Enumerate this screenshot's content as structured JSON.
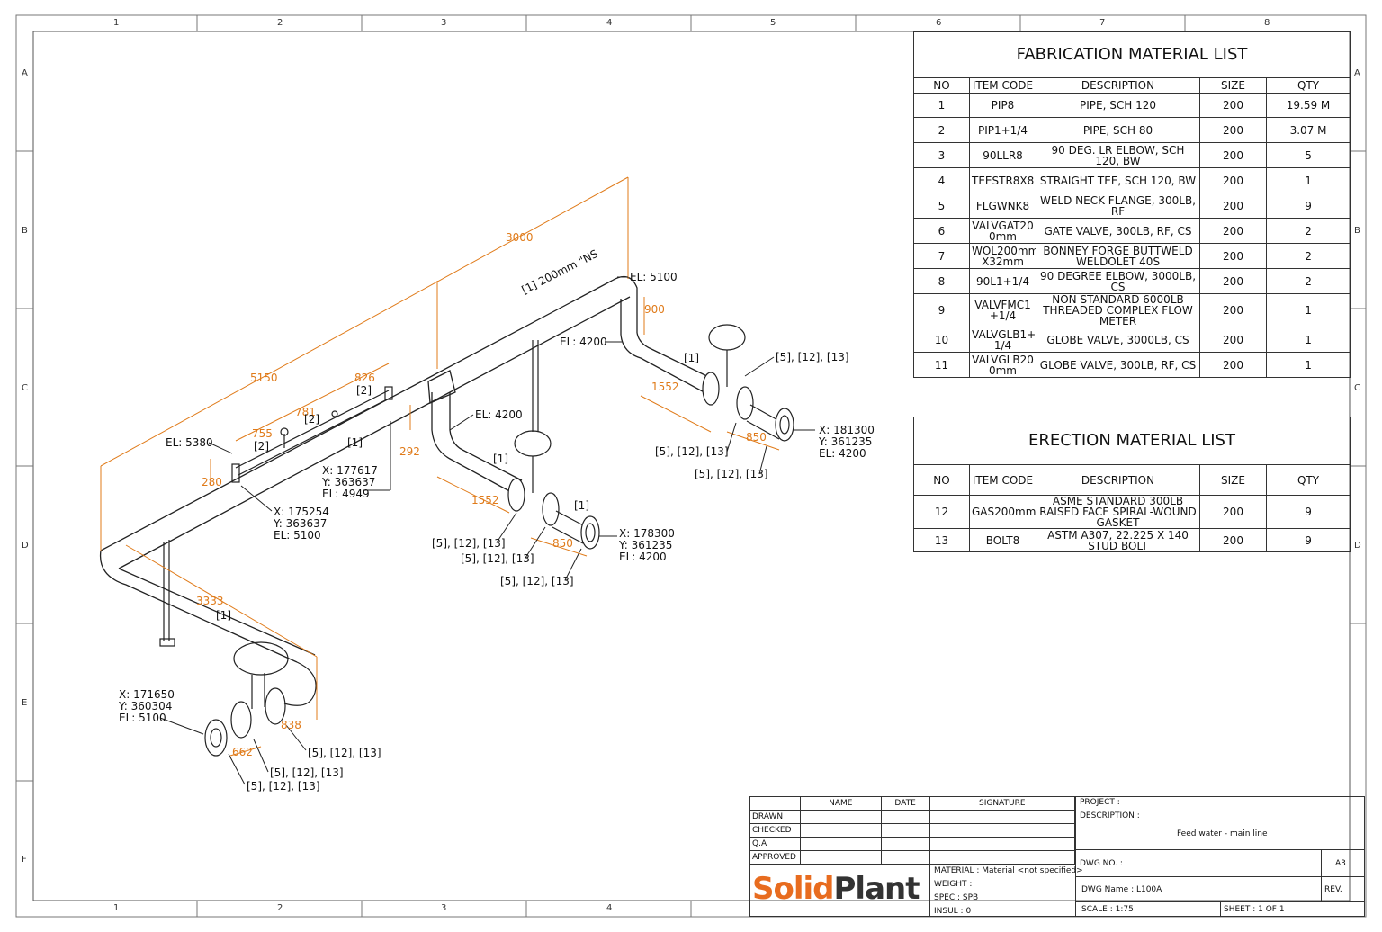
{
  "grid": {
    "cols": [
      "1",
      "2",
      "3",
      "4",
      "5",
      "6",
      "7",
      "8"
    ],
    "rows": [
      "A",
      "B",
      "C",
      "D",
      "E",
      "F"
    ]
  },
  "annotations": {
    "dim_3000": "3000",
    "dim_5150": "5150",
    "dim_3333": "3333",
    "dim_826": "826",
    "dim_781": "781",
    "dim_755": "755",
    "dim_280": "280",
    "dim_292": "292",
    "dim_900": "900",
    "dim_1552a": "1552",
    "dim_1552b": "1552",
    "dim_850a": "850",
    "dim_850b": "850",
    "dim_838": "838",
    "dim_662": "662",
    "pipe_label": "[1]  200mm \"NS",
    "tag1a": "[1]",
    "tag1b": "[1]",
    "tag1c": "[1]",
    "tag1d": "[1]",
    "tag1e": "[1]",
    "tag1f": "[1]",
    "tag2a": "[2]",
    "tag2b": "[2]",
    "tag2c": "[2]",
    "el5100_top": "EL: 5100",
    "el4200_a": "EL: 4200",
    "el4200_b": "EL: 4200",
    "el5380": "EL: 5380",
    "coord_a": [
      "X: 177617",
      "Y: 363637",
      "EL: 4949"
    ],
    "coord_b": [
      "X: 175254",
      "Y: 363637",
      "EL: 5100"
    ],
    "coord_c": [
      "X: 181300",
      "Y: 361235",
      "EL: 4200"
    ],
    "coord_d": [
      "X: 178300",
      "Y: 361235",
      "EL: 4200"
    ],
    "coord_e": [
      "X: 171650",
      "Y: 360304",
      "EL: 5100"
    ],
    "ref": "[5], [12], [13]"
  },
  "fab_list": {
    "title": "FABRICATION MATERIAL LIST",
    "headers": [
      "NO",
      "ITEM CODE",
      "DESCRIPTION",
      "SIZE",
      "QTY"
    ],
    "rows": [
      [
        "1",
        "PIP8",
        "PIPE, SCH 120",
        "200",
        "19.59 M"
      ],
      [
        "2",
        "PIP1+1/4",
        "PIPE, SCH 80",
        "200",
        "3.07 M"
      ],
      [
        "3",
        "90LLR8",
        "90 DEG. LR ELBOW, SCH 120, BW",
        "200",
        "5"
      ],
      [
        "4",
        "TEESTR8X8",
        "STRAIGHT TEE, SCH 120, BW",
        "200",
        "1"
      ],
      [
        "5",
        "FLGWNK8",
        "WELD NECK FLANGE, 300LB, RF",
        "200",
        "9"
      ],
      [
        "6",
        "VALVGAT20 0mm",
        "GATE VALVE, 300LB, RF, CS",
        "200",
        "2"
      ],
      [
        "7",
        "WOL200mm X32mm",
        "BONNEY FORGE BUTTWELD WELDOLET 40S",
        "200",
        "2"
      ],
      [
        "8",
        "90L1+1/4",
        "90 DEGREE ELBOW, 3000LB, CS",
        "200",
        "2"
      ],
      [
        "9",
        "VALVFMC1 +1/4",
        "NON STANDARD 6000LB THREADED COMPLEX FLOW METER",
        "200",
        "1"
      ],
      [
        "10",
        "VALVGLB1+ 1/4",
        "GLOBE VALVE, 3000LB, CS",
        "200",
        "1"
      ],
      [
        "11",
        "VALVGLB20 0mm",
        "GLOBE VALVE, 300LB, RF, CS",
        "200",
        "1"
      ]
    ]
  },
  "erection_list": {
    "title": "ERECTION MATERIAL LIST",
    "headers": [
      "NO",
      "ITEM CODE",
      "DESCRIPTION",
      "SIZE",
      "QTY"
    ],
    "rows": [
      [
        "12",
        "GAS200mm",
        "ASME STANDARD 300LB RAISED FACE SPIRAL-WOUND GASKET",
        "200",
        "9"
      ],
      [
        "13",
        "BOLT8",
        "ASTM A307, 22.225 X 140 STUD BOLT",
        "200",
        "9"
      ]
    ]
  },
  "title_block": {
    "headers": [
      "NAME",
      "DATE",
      "SIGNATURE"
    ],
    "roles": [
      "DRAWN",
      "CHECKED",
      "Q.A",
      "APPROVED"
    ],
    "project": "PROJECT :",
    "description_label": "DESCRIPTION :",
    "description": "Feed water - main line",
    "dwg_no": "DWG NO. :",
    "size": "A3",
    "dwg_name": "DWG Name :  L100A",
    "rev": "REV.",
    "scale": "SCALE :  1:75",
    "sheet": "SHEET :  1 OF 1",
    "material": "MATERIAL :  Material <not specified>",
    "weight": "WEIGHT :",
    "spec": "SPEC :  SPB",
    "insul": "INSUL :  0",
    "logo_a": "Solid",
    "logo_b": "Plant"
  },
  "colors": {
    "dimension": "#e07b1a",
    "line": "#222222",
    "logo": "#e86c1f"
  }
}
